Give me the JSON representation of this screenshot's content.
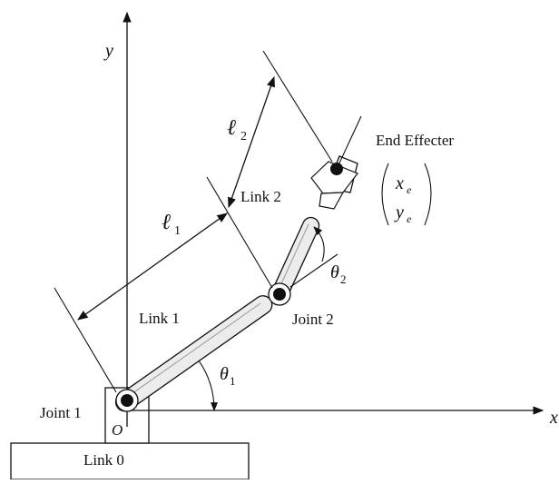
{
  "axes": {
    "x_label": "x",
    "y_label": "y"
  },
  "origin_label": "O",
  "labels": {
    "link0": "Link 0",
    "link1": "Link 1",
    "link2": "Link 2",
    "joint1": "Joint 1",
    "joint2": "Joint 2",
    "end_effector": "End Effecter"
  },
  "symbols": {
    "l1": {
      "main": "ℓ",
      "sub": "1"
    },
    "l2": {
      "main": "ℓ",
      "sub": "2"
    },
    "theta1": {
      "main": "θ",
      "sub": "1"
    },
    "theta2": {
      "main": "θ",
      "sub": "2"
    },
    "xe": {
      "main": "x",
      "sub": "e"
    },
    "ye": {
      "main": "y",
      "sub": "e"
    }
  }
}
